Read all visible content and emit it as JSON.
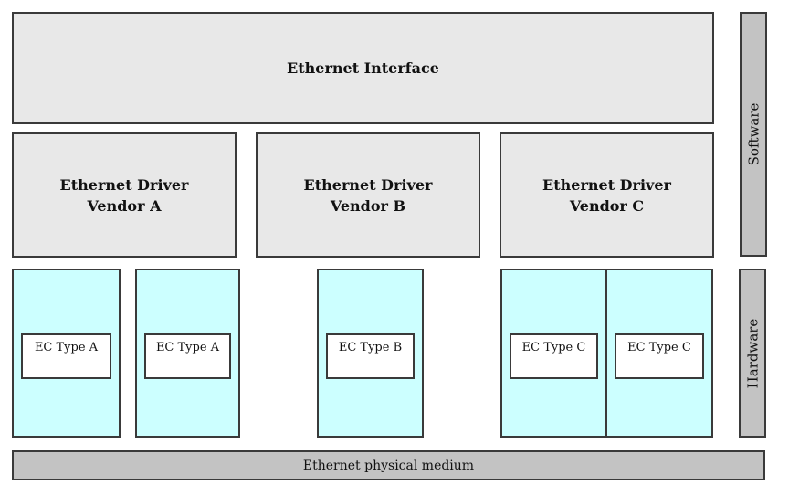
{
  "interface_box": {
    "label": "Ethernet Interface"
  },
  "drivers": [
    {
      "label": "Ethernet Driver\nVendor A"
    },
    {
      "label": "Ethernet Driver\nVendor B"
    },
    {
      "label": "Ethernet Driver\nVendor C"
    }
  ],
  "ec_modules": [
    {
      "label": "EC Type A"
    },
    {
      "label": "EC Type A"
    },
    {
      "label": "EC Type B"
    },
    {
      "label": "EC Type C"
    },
    {
      "label": "EC Type C"
    }
  ],
  "side_labels": {
    "software": "Software",
    "hardware": "Hardware"
  },
  "physical_medium": {
    "label": "Ethernet physical medium"
  },
  "colors": {
    "box_fill": "#e8e8e8",
    "bar_fill": "#c3c3c3",
    "module_fill": "#ccffff",
    "inner_box_fill": "#ffffff",
    "border": "#3a3a3a",
    "background": "#ffffff"
  }
}
